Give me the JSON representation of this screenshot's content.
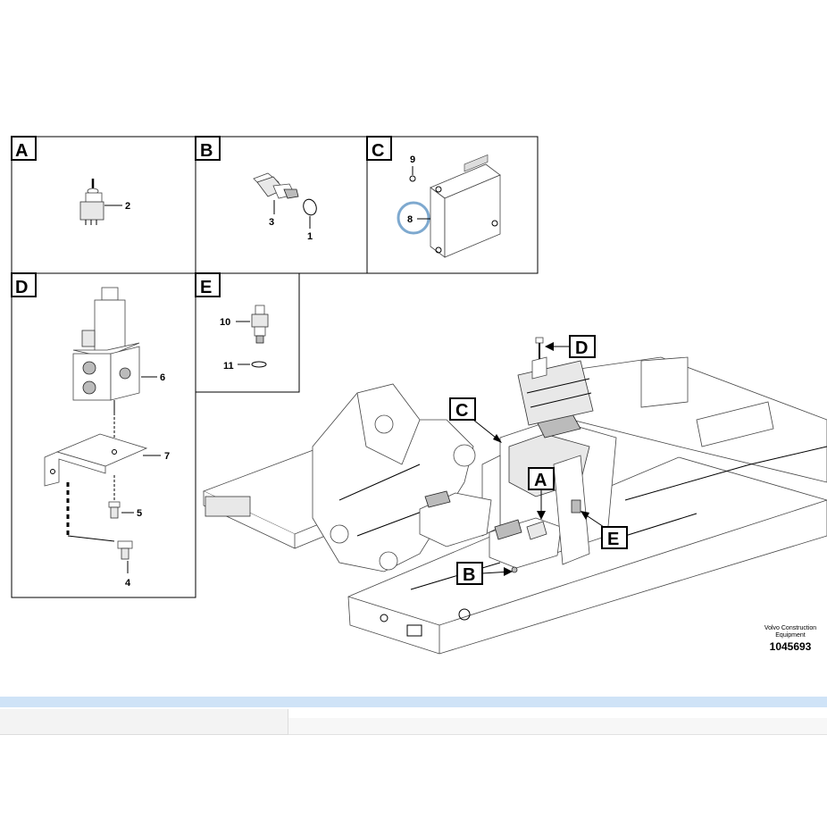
{
  "panels": {
    "a": {
      "letter": "A",
      "parts": [
        "2"
      ]
    },
    "b": {
      "letter": "B",
      "parts": [
        "3",
        "1"
      ]
    },
    "c": {
      "letter": "C",
      "parts": [
        "9",
        "8"
      ]
    },
    "d": {
      "letter": "D",
      "parts": [
        "6",
        "7",
        "5",
        "4"
      ]
    },
    "e": {
      "letter": "E",
      "parts": [
        "10",
        "11"
      ]
    }
  },
  "callouts": {
    "a": "A",
    "b": "B",
    "c": "C",
    "d": "D",
    "e": "E"
  },
  "footer": {
    "brand_line1": "Volvo Construction",
    "brand_line2": "Equipment",
    "doc_number": "1045693"
  },
  "highlight_color": "#7ea9cf",
  "bar_color": "#cfe3f7"
}
